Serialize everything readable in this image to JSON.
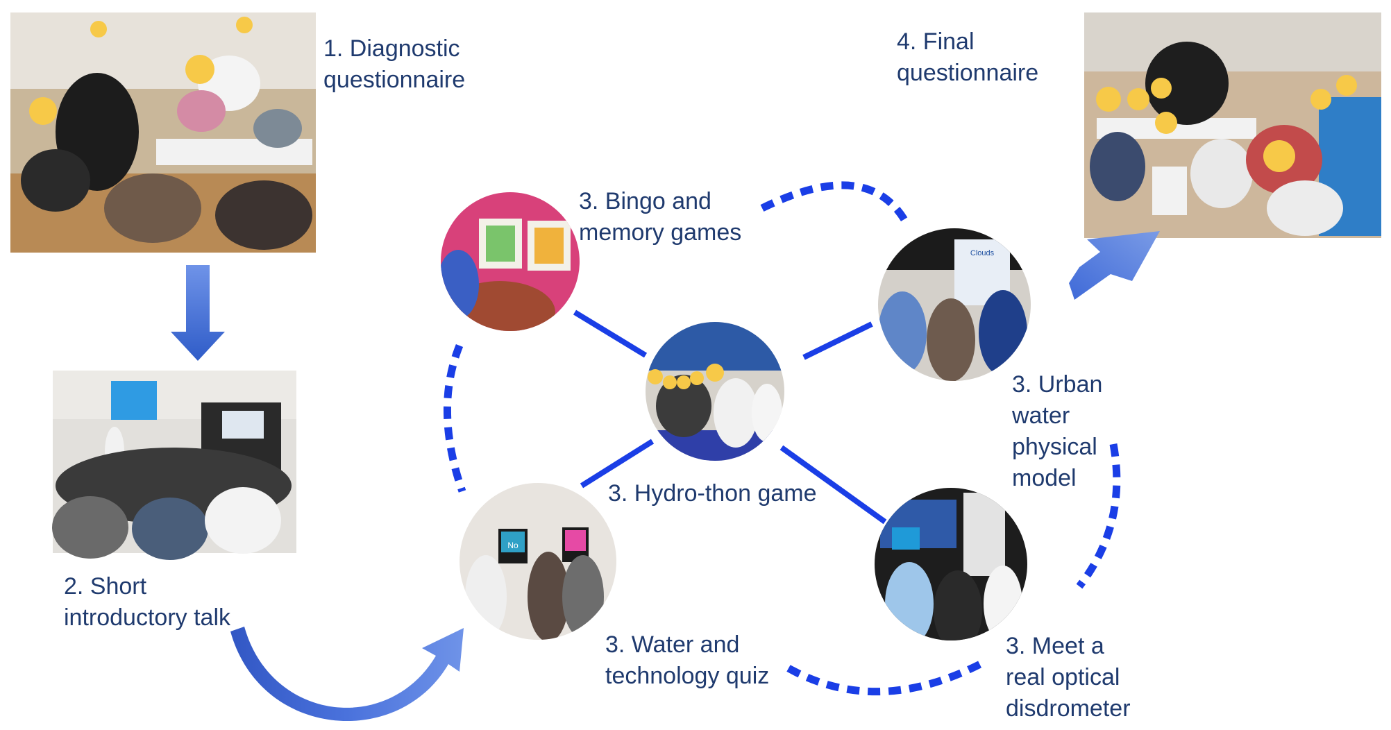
{
  "steps": {
    "step1": "1. Diagnostic\nquestionnaire",
    "step2": "2. Short\nintroductory talk",
    "step4": "4. Final\nquestionnaire",
    "bingo": "3. Bingo and\nmemory games",
    "hydrothon": "3. Hydro-thon game",
    "urban": "3. Urban\nwater\nphysical\nmodel",
    "quiz": "3. Water and\ntechnology quiz",
    "disdrometer": "3. Meet a\nreal optical\ndisdrometer"
  },
  "screen_texts": {
    "quiz_screen": "No",
    "urban_sign": "Clouds"
  },
  "colors": {
    "text": "#1f3a6e",
    "link_line": "#1a3ee6",
    "arrow": "#3f6ad8"
  }
}
